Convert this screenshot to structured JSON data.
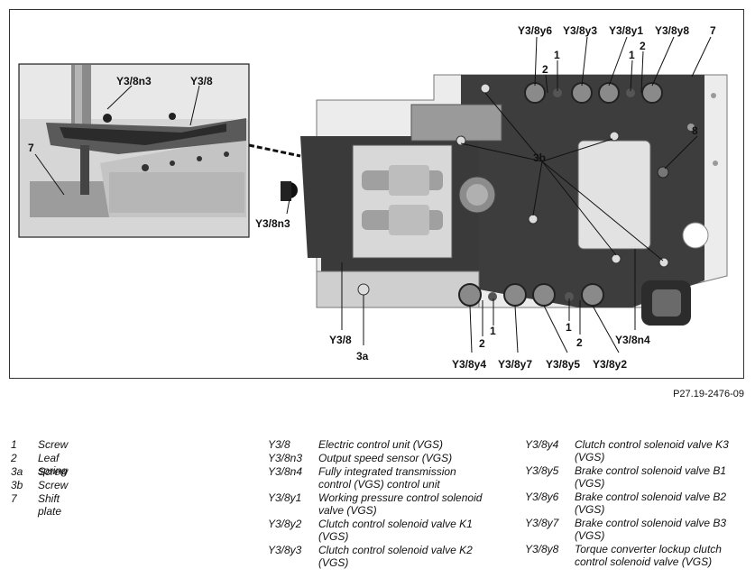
{
  "diagram": {
    "callouts": {
      "inset_y3_8n3": "Y3/8n3",
      "inset_y3_8": "Y3/8",
      "inset_7": "7",
      "sensor_y3_8n3": "Y3/8n3",
      "y3_8y6": "Y3/8y6",
      "y3_8y3": "Y3/8y3",
      "y3_8y1": "Y3/8y1",
      "y3_8y8": "Y3/8y8",
      "top_7": "7",
      "top_2a": "2",
      "top_1a": "1",
      "top_1b": "1",
      "top_2b": "2",
      "screw_3b": "3b",
      "right_8": "8",
      "y3_8": "Y3/8",
      "screw_3a": "3a",
      "y3_8y4": "Y3/8y4",
      "y3_8y7": "Y3/8y7",
      "y3_8y5": "Y3/8y5",
      "y3_8y2": "Y3/8y2",
      "y3_8n4": "Y3/8n4",
      "bottom_2a": "2",
      "bottom_1a": "1",
      "bottom_1b": "1",
      "bottom_2b": "2"
    }
  },
  "figure_number": "P27.19-2476-09",
  "legend": {
    "col1": [
      {
        "code": "1",
        "desc": "Screw"
      },
      {
        "code": "2",
        "desc": "Leaf spring"
      },
      {
        "code": "3a",
        "desc": "Screw"
      },
      {
        "code": "3b",
        "desc": "Screw"
      },
      {
        "code": "7",
        "desc": "Shift plate"
      }
    ],
    "col2": [
      {
        "code": "Y3/8",
        "desc1": "Electric control unit (VGS)",
        "desc2": ""
      },
      {
        "code": "Y3/8n3",
        "desc1": "Output speed sensor (VGS)",
        "desc2": ""
      },
      {
        "code": "Y3/8n4",
        "desc1": "Fully integrated transmission",
        "desc2": "control (VGS) control unit"
      },
      {
        "code": "Y3/8y1",
        "desc1": "Working pressure control solenoid",
        "desc2": "valve (VGS)"
      },
      {
        "code": "Y3/8y2",
        "desc1": "Clutch control solenoid valve K1",
        "desc2": "(VGS)"
      },
      {
        "code": "Y3/8y3",
        "desc1": "Clutch control solenoid valve K2",
        "desc2": "(VGS)"
      }
    ],
    "col3": [
      {
        "code": "Y3/8y4",
        "desc1": "Clutch control solenoid valve K3",
        "desc2": "(VGS)"
      },
      {
        "code": "Y3/8y5",
        "desc1": "Brake control solenoid valve B1",
        "desc2": "(VGS)"
      },
      {
        "code": "Y3/8y6",
        "desc1": "Brake control solenoid valve B2",
        "desc2": "(VGS)"
      },
      {
        "code": "Y3/8y7",
        "desc1": "Brake control solenoid valve B3",
        "desc2": "(VGS)"
      },
      {
        "code": "Y3/8y8",
        "desc1": "Torque converter lockup clutch",
        "desc2": "control solenoid valve (VGS)"
      }
    ]
  }
}
